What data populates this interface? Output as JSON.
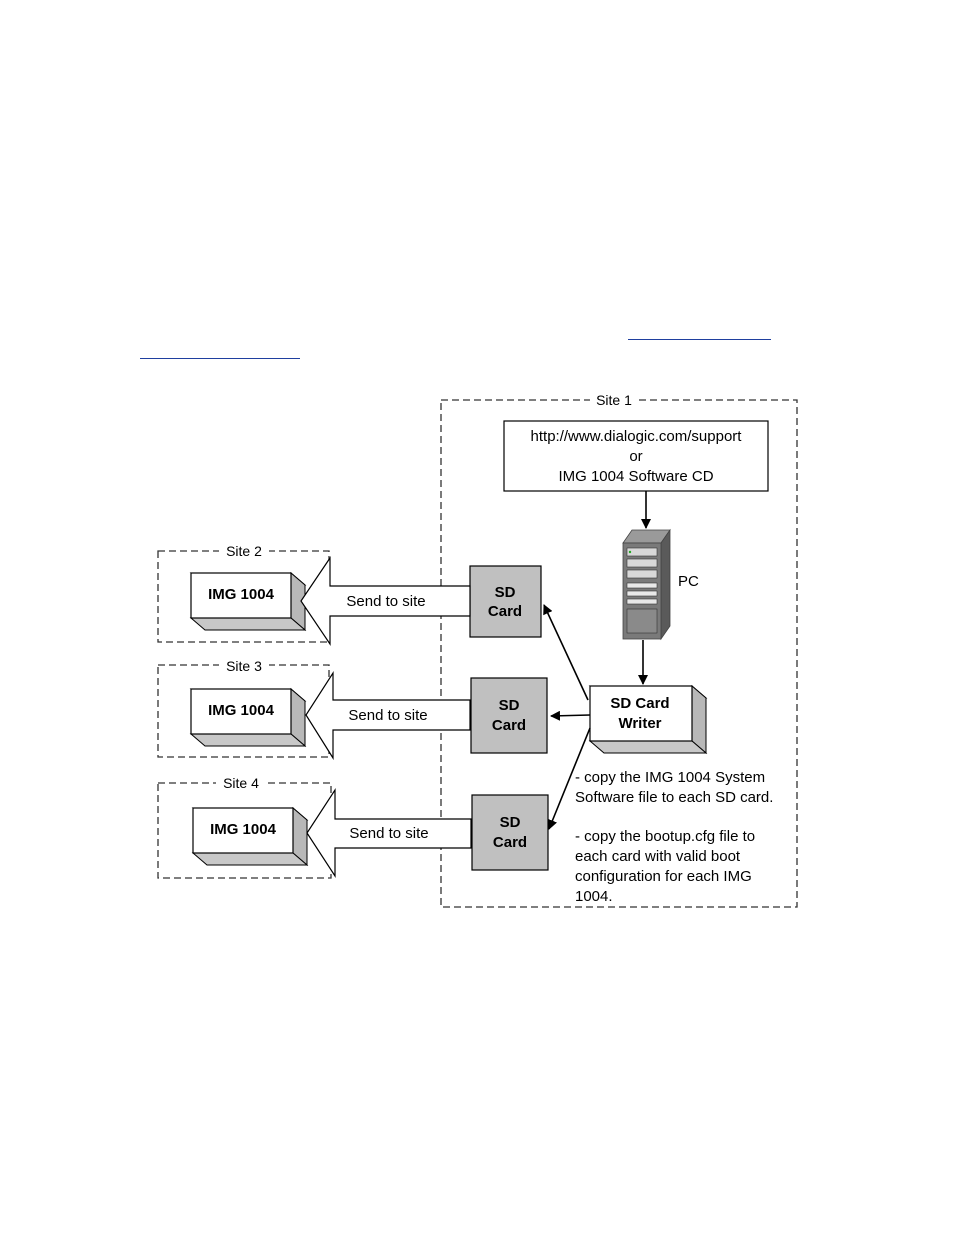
{
  "diagram": {
    "site1": {
      "label": "Site 1",
      "source_box": {
        "line1": "http://www.dialogic.com/support",
        "line2": "or",
        "line3": "IMG 1004 Software CD"
      },
      "pc_label": "PC",
      "writer": {
        "line1": "SD Card",
        "line2": "Writer"
      },
      "cards": [
        {
          "line1": "SD",
          "line2": "Card"
        },
        {
          "line1": "SD",
          "line2": "Card"
        },
        {
          "line1": "SD",
          "line2": "Card"
        }
      ],
      "notes": {
        "note1_line1": "- copy the IMG 1004 System",
        "note1_line2": "Software file to each SD card.",
        "note2_line1": "- copy the bootup.cfg file to",
        "note2_line2": "each card with valid boot",
        "note2_line3": "configuration for each IMG",
        "note2_line4": "1004."
      }
    },
    "remote_sites": [
      {
        "label": "Site 2",
        "device": "IMG 1004",
        "arrow_label": "Send to site"
      },
      {
        "label": "Site 3",
        "device": "IMG 1004",
        "arrow_label": "Send to site"
      },
      {
        "label": "Site 4",
        "device": "IMG 1004",
        "arrow_label": "Send to site"
      }
    ]
  },
  "colors": {
    "card_fill": "#c0c0c0",
    "link": "#1f3f9f",
    "server_dark": "#6e6e6e",
    "server_light": "#d8d8d8"
  }
}
